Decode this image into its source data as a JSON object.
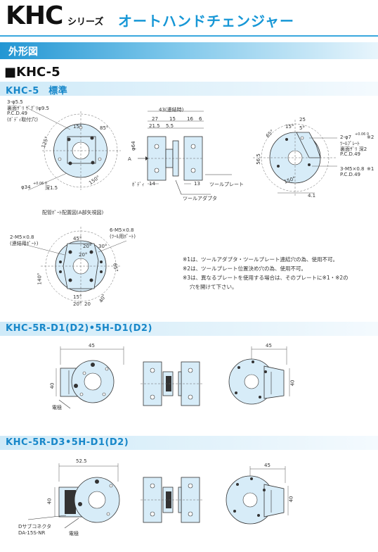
{
  "header": {
    "title": "KHC",
    "series": "シリーズ",
    "subtitle": "オートハンドチェンジャー"
  },
  "section": {
    "label": "外形図"
  },
  "model": {
    "heading": "■KHC-5"
  },
  "bands": {
    "standard": "KHC-5　標準",
    "r_d1": "KHC-5R-D1(D2)•5H-D1(D2)",
    "r_d3": "KHC-5R-D3•5H-D1(D2)"
  },
  "standard": {
    "left_notes": [
      "3-φ5.5",
      "裏面ｻﾞﾘ ｻﾞｸﾞﾘφ9.5",
      "P.C.D.49",
      "(ﾎﾞﾃﾞｨ取付穴)"
    ],
    "left_dims": {
      "dia": "φ34",
      "tol": "+0.06 0",
      "depth": "深1.5",
      "a15": "15°",
      "a85": "85°",
      "a125": "125°",
      "a150": "150°"
    },
    "side_dims": {
      "total": "43(連結時)",
      "d27": "27",
      "d15": "15",
      "d16": "16",
      "d6": "6",
      "d21_5": "21.5",
      "d5_5": "5.5",
      "d14": "14",
      "d13": "13",
      "d64": "φ64",
      "arrow": "A"
    },
    "side_labels": {
      "body": "ﾎﾞﾃﾞｨ",
      "tool_plate": "ツールプレート",
      "tool_adapter": "ツールアダプタ"
    },
    "right_notes": [
      "2-φ7",
      "ﾂｰﾙﾌﾟﾚｰﾄ",
      "裏面ｻﾞﾘ 深2",
      "P.C.D.49",
      "3-M5×0.8",
      "P.C.D.49"
    ],
    "right_marks": {
      "m2": "※2",
      "m1": "※1",
      "tol": "+0.06 0"
    },
    "right_dims": {
      "a25": "25",
      "a15": "15°",
      "a5": "5°",
      "a65": "65°",
      "a150": "150°",
      "d56": "56.5",
      "d4_1": "4.1"
    },
    "port_title": "配管ﾎﾟｰﾄ配置図(A部矢視図)",
    "port_notes": [
      "2-M5×0.8",
      "(連結用ﾎﾟｰﾄ)",
      "6-M5×0.8",
      "(ﾂｰﾙ用ﾎﾟｰﾄ)"
    ],
    "port_dims": {
      "a45": "45°",
      "a20a": "20°",
      "a30": "30°",
      "a20b": "20°",
      "a140": "140°",
      "a65": "65°",
      "a15": "15°",
      "a20c": "20°",
      "a40": "40°",
      "a20d": "20"
    },
    "remarks": [
      "※1は、ツールアダプタ・ツールプレート連結穴の為、使用不可。",
      "※2は、ツールプレート位置決め穴の為、使用不可。",
      "※3は、異なるプレートを使用する場合は、そのプレートに※1・※2の",
      "穴を開けて下さい。"
    ]
  },
  "rd1": {
    "dim_left_w": "45",
    "dim_left_h": "40",
    "dim_right_w": "45",
    "dim_right_h": "40",
    "electrode": "電極"
  },
  "rd3": {
    "dim_left_w": "52.5",
    "dim_left_h": "40",
    "dim_right_w": "45",
    "dim_right_h": "40",
    "connector": "Dサブコネクタ",
    "connector_model": "DA-15S-NR",
    "electrode": "電極"
  }
}
